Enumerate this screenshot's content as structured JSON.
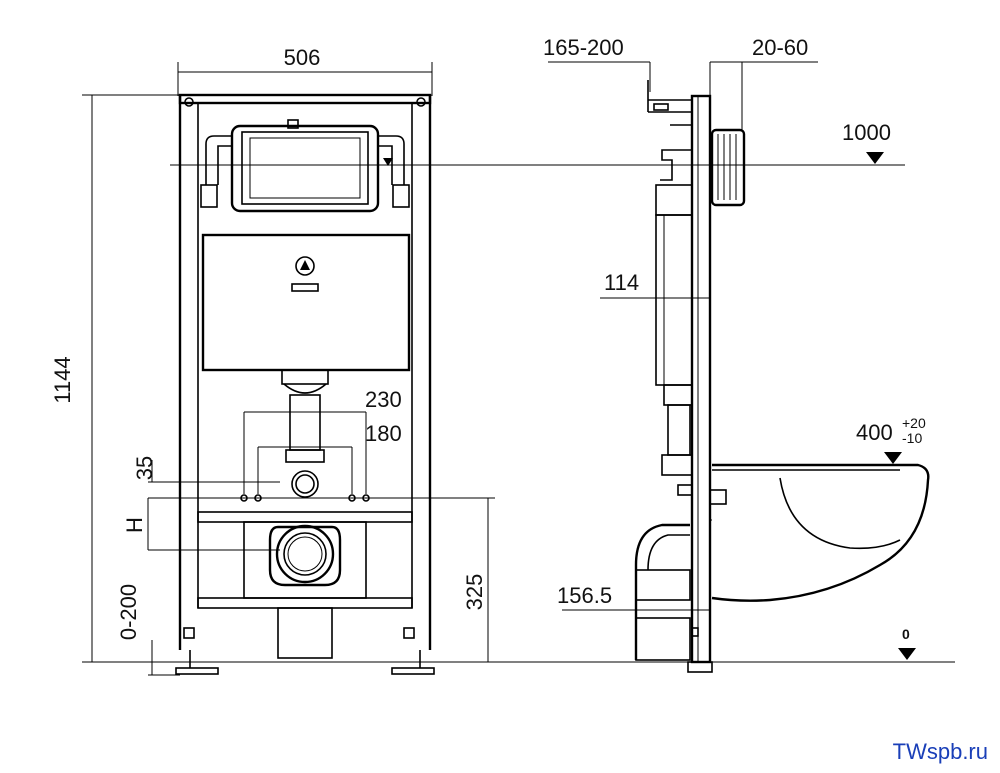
{
  "dimensions": {
    "width_frame": "506",
    "height_total": "1144",
    "mount_depth": "165-200",
    "wall_offset": "20-60",
    "level_1000": "1000",
    "depth_114": "114",
    "spacing_230": "230",
    "spacing_180": "180",
    "spacing_35": "35",
    "label_h": "H",
    "height_325": "325",
    "range_0_200": "0-200",
    "depth_156": "156.5",
    "bowl_height": "400",
    "tol_plus": "+20",
    "tol_minus": "-10",
    "floor_zero": "0"
  },
  "watermark": "TWspb.ru"
}
